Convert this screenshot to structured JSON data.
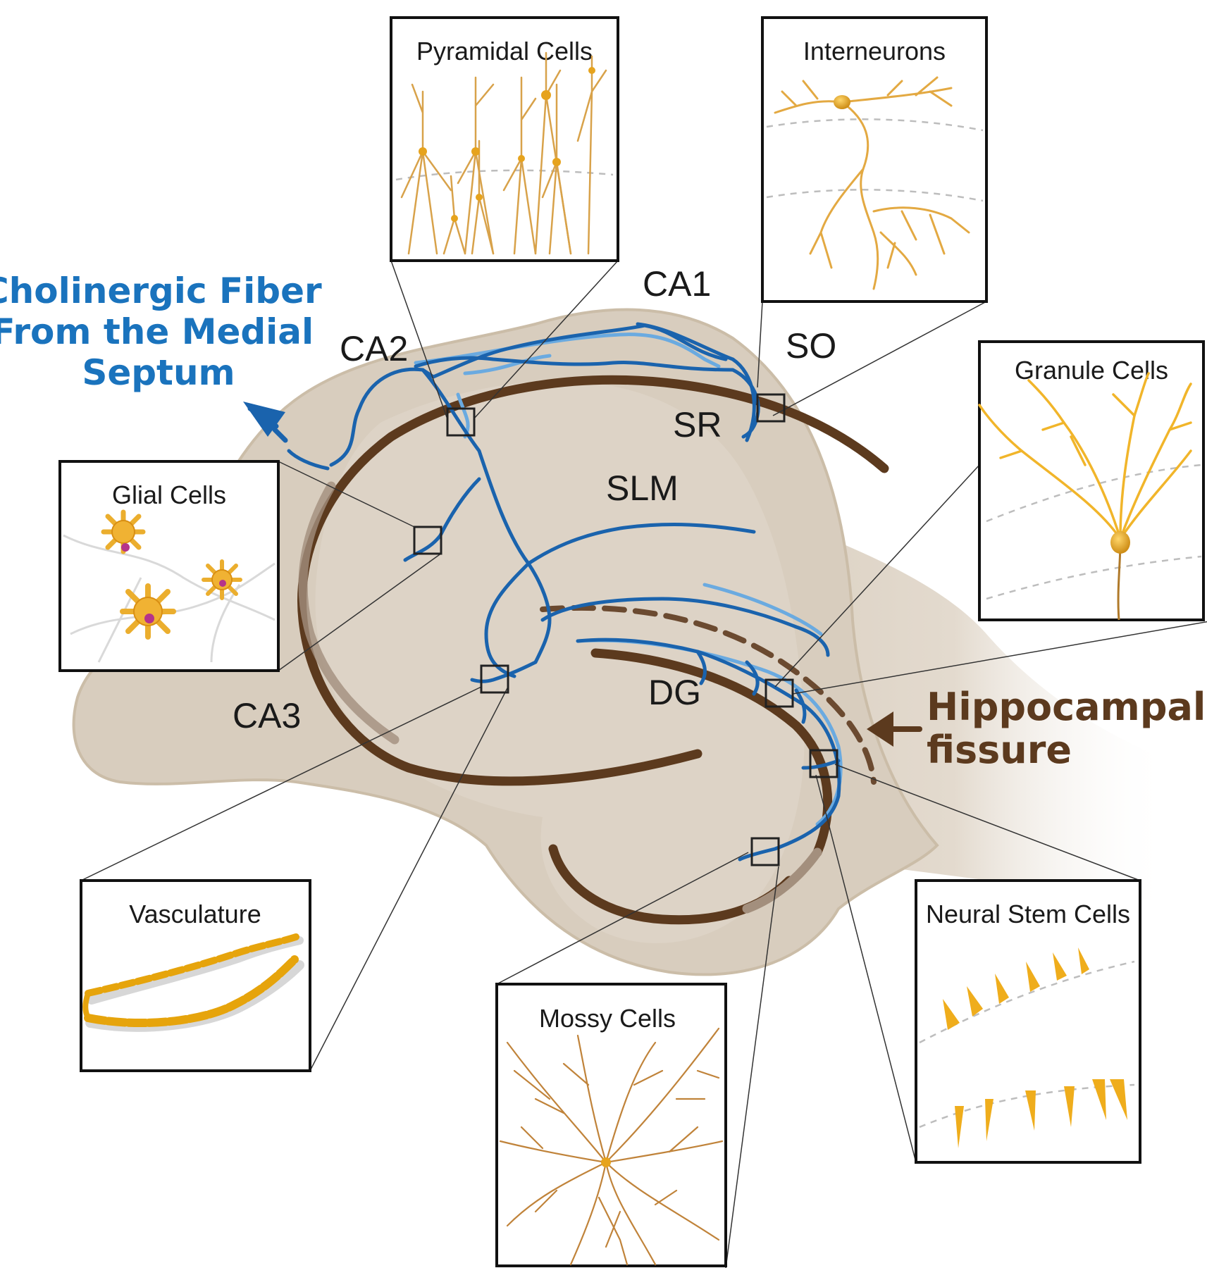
{
  "fiber_label": [
    "Cholinergic Fiber",
    "From the Medial",
    "Septum"
  ],
  "fissure_label": [
    "Hippocampal",
    "fissure"
  ],
  "regions": {
    "ca1": "CA1",
    "ca2": "CA2",
    "ca3": "CA3",
    "so": "SO",
    "sr": "SR",
    "slm": "SLM",
    "dg": "DG"
  },
  "panels": {
    "pyramidal": "Pyramidal Cells",
    "interneurons": "Interneurons",
    "granule": "Granule Cells",
    "glial": "Glial Cells",
    "vasculature": "Vasculature",
    "mossy": "Mossy Cells",
    "neural_stem": "Neural Stem Cells"
  },
  "colors": {
    "tissue": "#d9cebf",
    "tissue_light": "#e9e3da",
    "layer_brown": "#5c3a1e",
    "fiber_dark": "#1a63ad",
    "fiber_light": "#6aaae0",
    "fiber_label": "#1a73bd",
    "cell_gold": "#e8a823",
    "cell_brown": "#b07a2a"
  }
}
